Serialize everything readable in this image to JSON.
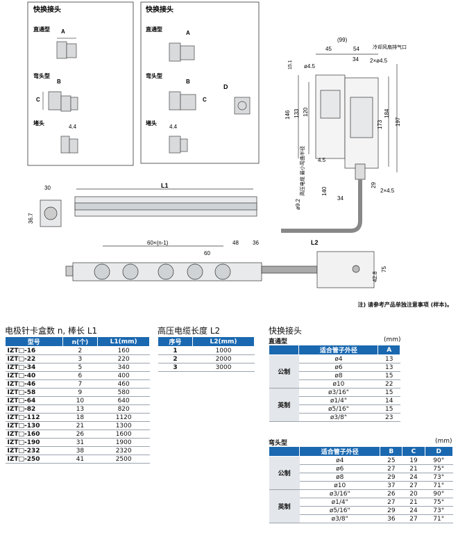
{
  "drawing": {
    "callout1": {
      "title": "快换接头",
      "straight": "直通型",
      "elbow": "弯头型",
      "plug": "堵头",
      "dim_a": "A",
      "dim_b": "B",
      "dim_c": "C",
      "dim_44": "4.4"
    },
    "callout2": {
      "title": "快换接头",
      "straight": "直通型",
      "elbow": "弯头型",
      "plug": "堵头",
      "dim_a": "A",
      "dim_b": "B",
      "dim_c": "C",
      "dim_d": "D",
      "dim_44": "4.4"
    },
    "front": {
      "dim_30": "30",
      "dim_367": "36.7",
      "dim_l1": "L1",
      "dim_92": "ø9.2",
      "dim_34": "34",
      "dim_29": "29",
      "dim_2x45b": "2×4.5",
      "dim_140": "140",
      "cable_label": "高压电缆\n最小弯曲半径"
    },
    "side": {
      "dim_99": "(99)",
      "dim_45": "45",
      "dim_54": "54",
      "dim_34": "34",
      "dim_151": "15.1",
      "dim_45hole": "ø4.5",
      "dim_2x45": "2×ø4.5",
      "cooling": "冷却风扇排气口",
      "note_mark": "注)",
      "dim_146": "146",
      "dim_133": "133",
      "dim_120": "120",
      "dim_184": "184",
      "dim_173": "173",
      "dim_197": "197",
      "dim_45b": "4.5"
    },
    "bottom": {
      "dim_pitch": "60×(n-1)",
      "dim_60": "60",
      "dim_48": "48",
      "dim_36": "36",
      "dim_l2": "L2",
      "dim_428": "42.8",
      "dim_75": "75"
    },
    "note": "注) 请参考产品单独注意事项 (样本)。"
  },
  "table1": {
    "title": "电极针卡盒数 n, 棒长 L1",
    "headers": [
      "型号",
      "n(个)",
      "L1(mm)"
    ],
    "rows": [
      [
        "IZT□-16",
        "2",
        "160"
      ],
      [
        "IZT□-22",
        "3",
        "220"
      ],
      [
        "IZT□-34",
        "5",
        "340"
      ],
      [
        "IZT□-40",
        "6",
        "400"
      ],
      [
        "IZT□-46",
        "7",
        "460"
      ],
      [
        "IZT□-58",
        "9",
        "580"
      ],
      [
        "IZT□-64",
        "10",
        "640"
      ],
      [
        "IZT□-82",
        "13",
        "820"
      ],
      [
        "IZT□-112",
        "18",
        "1120"
      ],
      [
        "IZT□-130",
        "21",
        "1300"
      ],
      [
        "IZT□-160",
        "26",
        "1600"
      ],
      [
        "IZT□-190",
        "31",
        "1900"
      ],
      [
        "IZT□-232",
        "38",
        "2320"
      ],
      [
        "IZT□-250",
        "41",
        "2500"
      ]
    ]
  },
  "table2": {
    "title": "高压电缆长度 L2",
    "headers": [
      "序号",
      "L2(mm)"
    ],
    "rows": [
      [
        "1",
        "1000"
      ],
      [
        "2",
        "2000"
      ],
      [
        "3",
        "3000"
      ]
    ]
  },
  "table3": {
    "title": "快换接头",
    "subtitle": "直通型",
    "unit": "(mm)",
    "headers": [
      "",
      "适合管子外径",
      "A"
    ],
    "groups": [
      {
        "name": "公制",
        "rows": [
          [
            "ø4",
            "13"
          ],
          [
            "ø6",
            "13"
          ],
          [
            "ø8",
            "15"
          ],
          [
            "ø10",
            "22"
          ]
        ]
      },
      {
        "name": "英制",
        "rows": [
          [
            "ø3/16\"",
            "15"
          ],
          [
            "ø1/4\"",
            "14"
          ],
          [
            "ø5/16\"",
            "15"
          ],
          [
            "ø3/8\"",
            "23"
          ]
        ]
      }
    ]
  },
  "table4": {
    "subtitle": "弯头型",
    "unit": "(mm)",
    "headers": [
      "",
      "适合管子外径",
      "B",
      "C",
      "D"
    ],
    "groups": [
      {
        "name": "公制",
        "rows": [
          [
            "ø4",
            "25",
            "19",
            "90°"
          ],
          [
            "ø6",
            "27",
            "21",
            "75°"
          ],
          [
            "ø8",
            "29",
            "24",
            "73°"
          ],
          [
            "ø10",
            "37",
            "27",
            "71°"
          ]
        ]
      },
      {
        "name": "英制",
        "rows": [
          [
            "ø3/16\"",
            "26",
            "20",
            "90°"
          ],
          [
            "ø1/4\"",
            "27",
            "21",
            "75°"
          ],
          [
            "ø5/16\"",
            "29",
            "24",
            "73°"
          ],
          [
            "ø3/8\"",
            "36",
            "27",
            "71°"
          ]
        ]
      }
    ]
  }
}
